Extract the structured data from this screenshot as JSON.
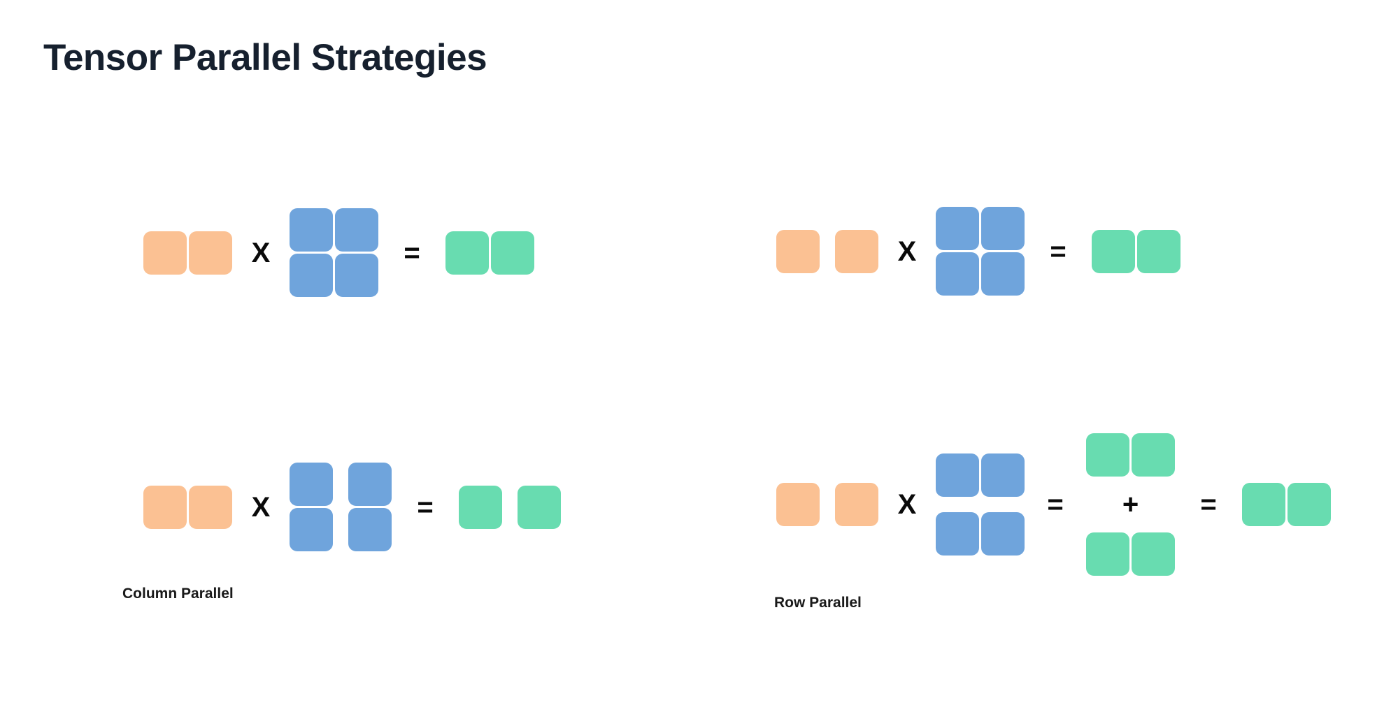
{
  "header": {
    "title": "Tensor Parallel Strategies"
  },
  "colors": {
    "background": "#ffffff",
    "title": "#16202e",
    "input_orange": "#fbc193",
    "weight_blue": "#6fa4dc",
    "output_green": "#68dcb0",
    "operator": "#0a0a0a"
  },
  "operators": {
    "multiply": "X",
    "equals": "=",
    "plus": "+"
  },
  "strategies": [
    {
      "id": "column-parallel",
      "label": "Column Parallel",
      "reference_row": {
        "input": {
          "color": "orange",
          "rows": 1,
          "cols": 2,
          "split": "none"
        },
        "weight": {
          "color": "blue",
          "rows": 2,
          "cols": 2,
          "split": "none"
        },
        "output": {
          "color": "green",
          "rows": 1,
          "cols": 2,
          "split": "none"
        }
      },
      "split_row": {
        "input": {
          "color": "orange",
          "rows": 1,
          "cols": 2,
          "split": "none"
        },
        "weight": {
          "color": "blue",
          "rows": 2,
          "cols": 2,
          "split": "columns"
        },
        "output": {
          "color": "green",
          "rows": 1,
          "cols": 2,
          "split": "columns"
        }
      }
    },
    {
      "id": "row-parallel",
      "label": "Row Parallel",
      "reference_row": {
        "input": {
          "color": "orange",
          "rows": 1,
          "cols": 2,
          "split": "none"
        },
        "weight": {
          "color": "blue",
          "rows": 2,
          "cols": 2,
          "split": "none"
        },
        "output": {
          "color": "green",
          "rows": 1,
          "cols": 2,
          "split": "none"
        }
      },
      "split_row": {
        "input": {
          "color": "orange",
          "rows": 1,
          "cols": 2,
          "split": "none"
        },
        "weight": {
          "color": "blue",
          "rows": 2,
          "cols": 2,
          "split": "rows"
        },
        "partial_outputs": [
          {
            "color": "green",
            "rows": 1,
            "cols": 2
          },
          {
            "color": "green",
            "rows": 1,
            "cols": 2
          }
        ],
        "output": {
          "color": "green",
          "rows": 1,
          "cols": 2,
          "split": "none"
        }
      }
    }
  ]
}
